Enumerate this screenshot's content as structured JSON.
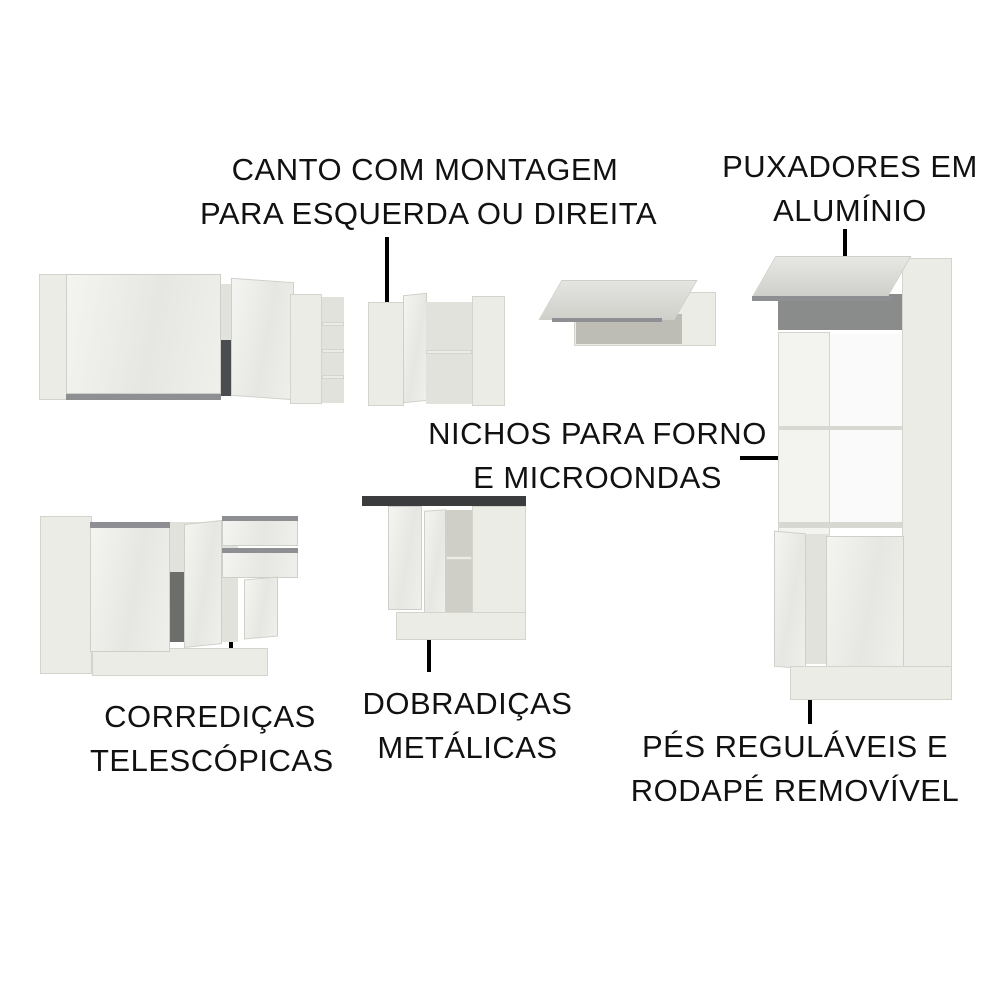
{
  "labels": {
    "corner": [
      "CANTO COM MONTAGEM",
      "PARA ESQUERDA OU DIREITA"
    ],
    "handles": [
      "PUXADORES EM",
      "ALUMÍNIO"
    ],
    "niches": [
      "NICHOS PARA FORNO",
      "E MICROONDAS"
    ],
    "slides": [
      "CORREDIÇAS",
      "TELESCÓPICAS"
    ],
    "hinges": [
      "DOBRADIÇAS",
      "METÁLICAS"
    ],
    "feet": [
      "PÉS REGULÁVEIS E",
      "RODAPÉ REMOVÍVEL"
    ]
  },
  "colors": {
    "background": "#ffffff",
    "text": "#111111",
    "cabinet_white": "#ecece6",
    "handle_aluminum": "#8d8f92",
    "countertop": "#3a3c3e"
  }
}
